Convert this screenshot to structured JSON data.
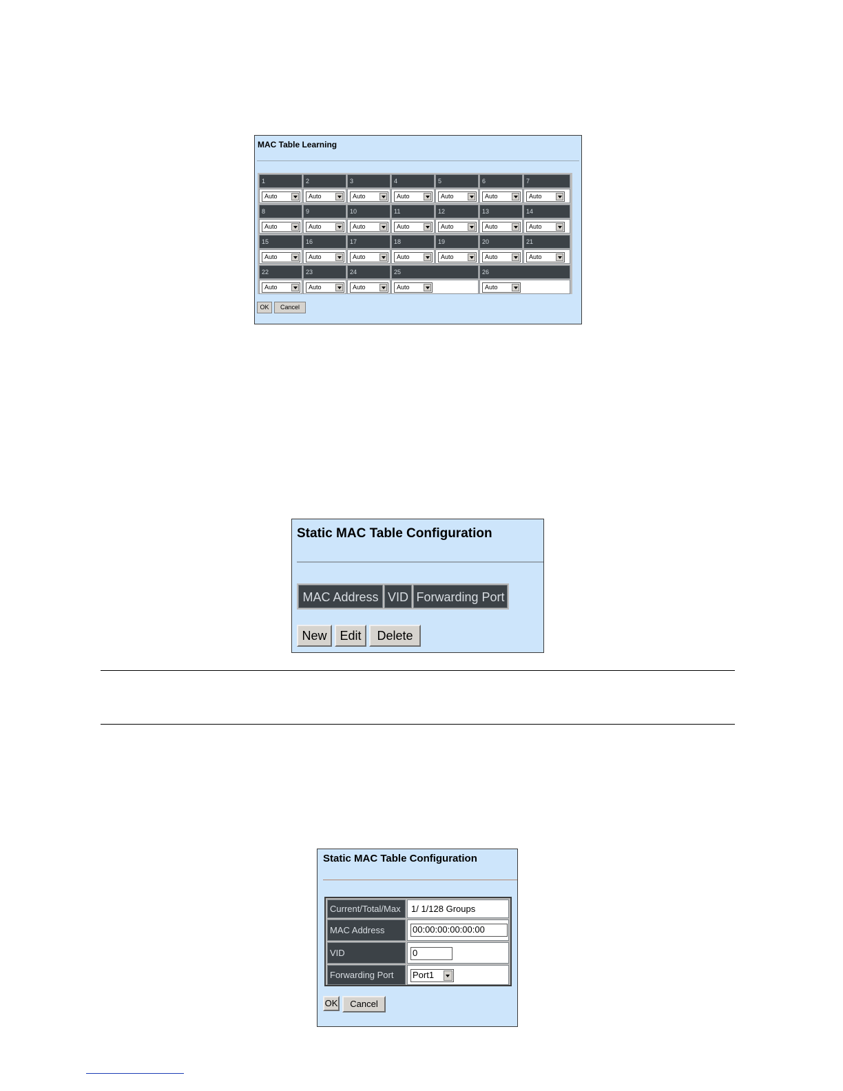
{
  "panel1": {
    "title": "MAC Table Learning",
    "ports": [
      {
        "label": "1",
        "value": "Auto"
      },
      {
        "label": "2",
        "value": "Auto"
      },
      {
        "label": "3",
        "value": "Auto"
      },
      {
        "label": "4",
        "value": "Auto"
      },
      {
        "label": "5",
        "value": "Auto"
      },
      {
        "label": "6",
        "value": "Auto"
      },
      {
        "label": "7",
        "value": "Auto"
      },
      {
        "label": "8",
        "value": "Auto"
      },
      {
        "label": "9",
        "value": "Auto"
      },
      {
        "label": "10",
        "value": "Auto"
      },
      {
        "label": "11",
        "value": "Auto"
      },
      {
        "label": "12",
        "value": "Auto"
      },
      {
        "label": "13",
        "value": "Auto"
      },
      {
        "label": "14",
        "value": "Auto"
      },
      {
        "label": "15",
        "value": "Auto"
      },
      {
        "label": "16",
        "value": "Auto"
      },
      {
        "label": "17",
        "value": "Auto"
      },
      {
        "label": "18",
        "value": "Auto"
      },
      {
        "label": "19",
        "value": "Auto"
      },
      {
        "label": "20",
        "value": "Auto"
      },
      {
        "label": "21",
        "value": "Auto"
      },
      {
        "label": "22",
        "value": "Auto"
      },
      {
        "label": "23",
        "value": "Auto"
      },
      {
        "label": "24",
        "value": "Auto"
      },
      {
        "label": "25",
        "value": "Auto"
      },
      {
        "label": "26",
        "value": "Auto"
      }
    ],
    "ok_label": "OK",
    "cancel_label": "Cancel"
  },
  "panel2": {
    "title": "Static MAC Table Configuration",
    "columns": [
      "MAC Address",
      "VID",
      "Forwarding Port"
    ],
    "new_label": "New",
    "edit_label": "Edit",
    "delete_label": "Delete"
  },
  "panel3": {
    "title": "Static MAC Table Configuration",
    "current_label": "Current/Total/Max",
    "current_value": "1/ 1/128 Groups",
    "mac_label": "MAC Address",
    "mac_value": "00:00:00:00:00:00",
    "vid_label": "VID",
    "vid_value": "0",
    "port_label": "Forwarding Port",
    "port_value": "Port1",
    "ok_label": "OK",
    "cancel_label": "Cancel"
  }
}
